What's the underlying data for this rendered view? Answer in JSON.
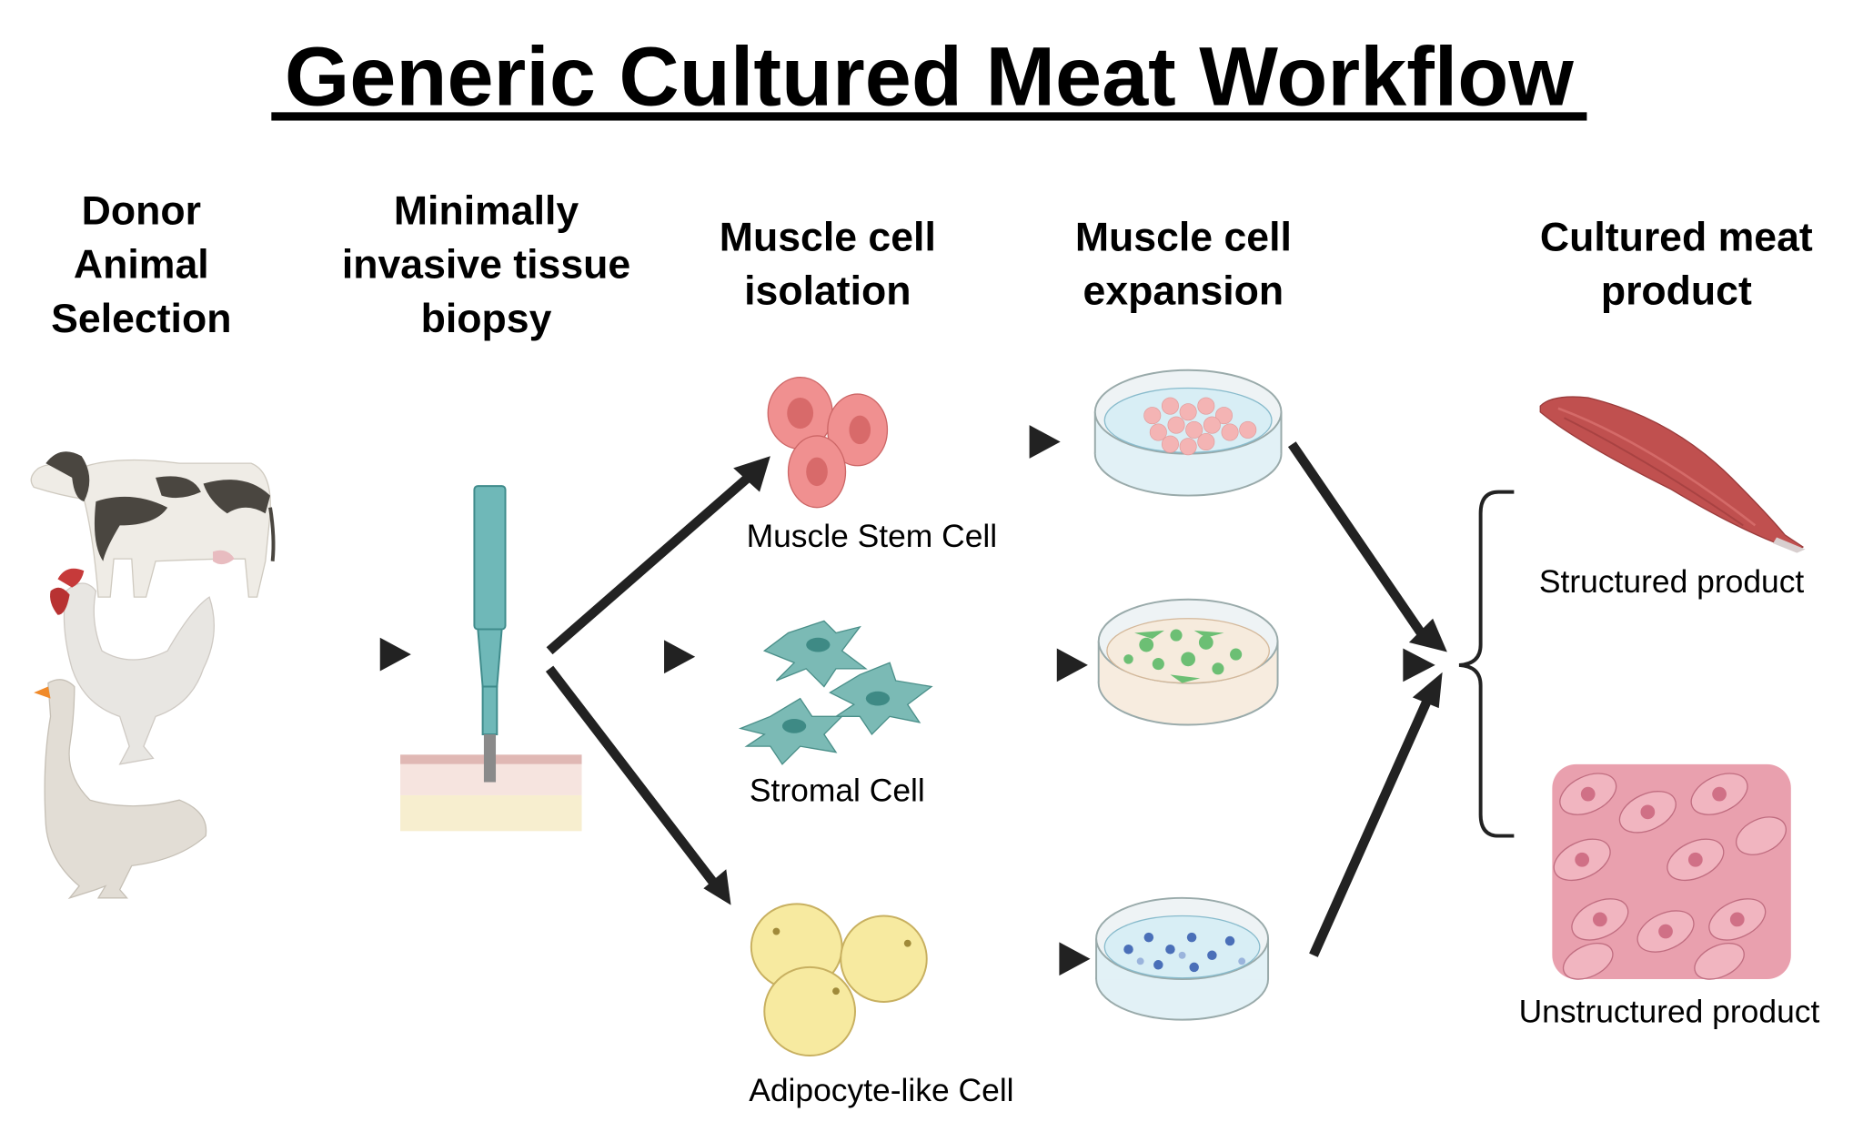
{
  "title": "Generic Cultured Meat Workflow",
  "stages": [
    {
      "id": "donor",
      "lines": [
        "Donor",
        "Animal",
        "Selection"
      ]
    },
    {
      "id": "biopsy",
      "lines": [
        "Minimally",
        "invasive tissue",
        "biopsy"
      ]
    },
    {
      "id": "isolation",
      "lines": [
        "Muscle cell",
        "isolation"
      ]
    },
    {
      "id": "expansion",
      "lines": [
        "Muscle cell",
        "expansion"
      ]
    },
    {
      "id": "product",
      "lines": [
        "Cultured meat",
        "product"
      ]
    }
  ],
  "animals": [
    "cow",
    "chicken",
    "goose"
  ],
  "cell_types": [
    {
      "label": "Muscle Stem Cell",
      "color": "#f09090",
      "dish_medium": "#dceff5"
    },
    {
      "label": "Stromal Cell",
      "color": "#7bbab5",
      "dish_medium": "#f7ecdf"
    },
    {
      "label": "Adipocyte-like Cell",
      "color": "#f7eaa0",
      "dish_medium": "#dceff5"
    }
  ],
  "products": [
    {
      "label": "Structured product"
    },
    {
      "label": "Unstructured product"
    }
  ],
  "colors": {
    "arrow": "#222222",
    "muscle": "#c0504f",
    "tissue": "#d77b8d",
    "needle": "#6fb8b8"
  }
}
